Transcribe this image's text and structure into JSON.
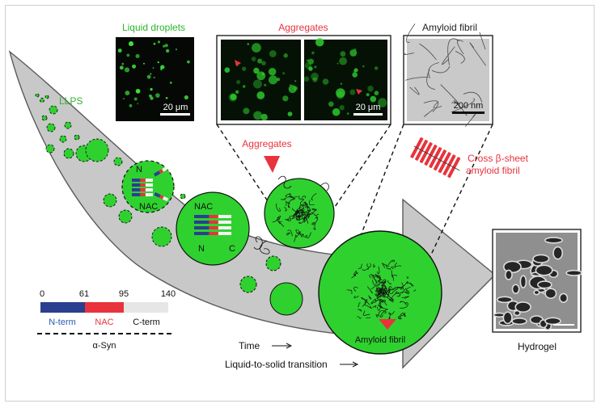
{
  "colors": {
    "green": "#2fd12f",
    "green_text": "#2bb52b",
    "red": "#e8333c",
    "blue": "#2a3f8f",
    "gray_band": "#c8c8c8",
    "cterm": "#e6e6e6"
  },
  "micrographs": {
    "droplets_title": "Liquid droplets",
    "droplets_scale": "20 μm",
    "aggregates_title": "Aggregates",
    "aggregates_scale": "20 μm",
    "fibril_title": "Amyloid fibril",
    "fibril_scale": "200 nm"
  },
  "labels": {
    "llps": "LLPS",
    "aggregates_arrow": "Aggregates",
    "cross_beta_line1": "Cross β-sheet",
    "cross_beta_line2": "amyloid fibril",
    "droplet_n": "N",
    "droplet_nac": "NAC",
    "big_nac": "NAC",
    "big_n": "N",
    "big_c": "C",
    "amyloid_fibril": "Amyloid fibril",
    "hydrogel": "Hydrogel",
    "time": "Time",
    "transition": "Liquid-to-solid transition"
  },
  "domain_bar": {
    "ticks": [
      "0",
      "61",
      "95",
      "140"
    ],
    "regions": [
      "N-term",
      "NAC",
      "C-term"
    ],
    "protein": "α-Syn"
  }
}
